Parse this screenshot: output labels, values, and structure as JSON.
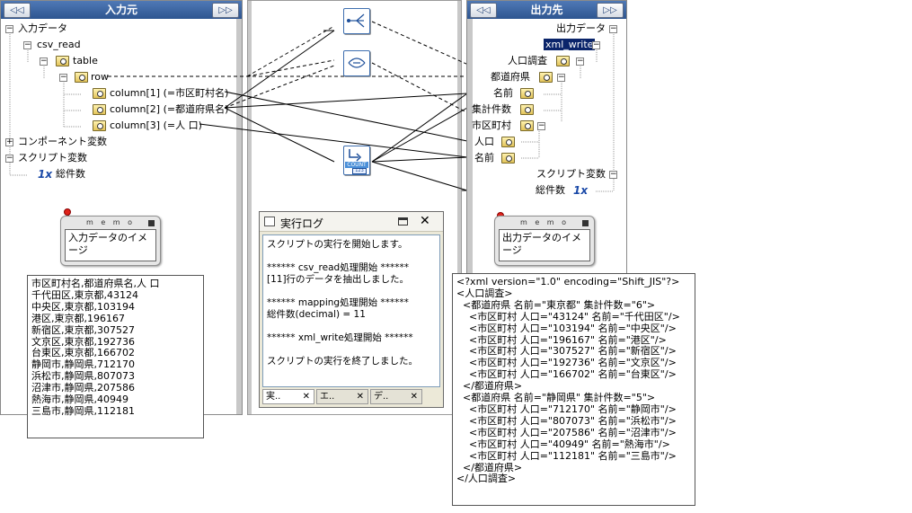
{
  "colors": {
    "header": "#2e5590",
    "selected": "#0a246a",
    "pin": "#e0231b"
  },
  "input_pane": {
    "title": "入力元",
    "nav_left": "◁◁",
    "nav_right": "▷▷",
    "tree": {
      "input_data": "入力データ",
      "csv_read": "csv_read",
      "table": "table",
      "row": "row",
      "col1": "column[1] (=市区町村名)",
      "col2": "column[2] (=都道府県名)",
      "col3": "column[3] (=人 口)",
      "component_vars": "コンポーネント変数",
      "script_vars": "スクリプト変数",
      "total_count": "総件数"
    }
  },
  "output_pane": {
    "title": "出力先",
    "nav_left": "◁◁",
    "nav_right": "▷▷",
    "tree": {
      "output_data": "出力データ",
      "xml_write": "xml_write",
      "population": "人口調査",
      "prefecture": "都道府県",
      "name1": "名前",
      "count": "集計件数",
      "city": "市区町村",
      "people": "人口",
      "name2": "名前",
      "script_vars": "スクリプト変数",
      "total_count": "総件数"
    }
  },
  "memo_left": {
    "title": "m e m o",
    "text": "入力データのイメージ"
  },
  "memo_right": {
    "title": "m e m o",
    "text": "出力データのイメージ"
  },
  "component_labels": {
    "count_icon": "COUNT"
  },
  "csv_text": "市区町村名,都道府県名,人 口\n千代田区,東京都,43124\n中央区,東京都,103194\n港区,東京都,196167\n新宿区,東京都,307527\n文京区,東京都,192736\n台東区,東京都,166702\n静岡市,静岡県,712170\n浜松市,静岡県,807073\n沼津市,静岡県,207586\n熱海市,静岡県,40949\n三島市,静岡県,112181",
  "log_window": {
    "title": "実行ログ",
    "body": "スクリプトの実行を開始します。\n\n****** csv_read処理開始 ******\n[11]行のデータを抽出しました。\n\n****** mapping処理開始 ******\n総件数(decimal) = 11\n\n****** xml_write処理開始 ******\n\nスクリプトの実行を終了しました。",
    "tabs": [
      "実..",
      "エ..",
      "デ.."
    ]
  },
  "xml_text": "<?xml version=\"1.0\" encoding=\"Shift_JIS\"?>\n<人口調査>\n  <都道府県 名前=\"東京都\" 集計件数=\"6\">\n    <市区町村 人口=\"43124\" 名前=\"千代田区\"/>\n    <市区町村 人口=\"103194\" 名前=\"中央区\"/>\n    <市区町村 人口=\"196167\" 名前=\"港区\"/>\n    <市区町村 人口=\"307527\" 名前=\"新宿区\"/>\n    <市区町村 人口=\"192736\" 名前=\"文京区\"/>\n    <市区町村 人口=\"166702\" 名前=\"台東区\"/>\n  </都道府県>\n  <都道府県 名前=\"静岡県\" 集計件数=\"5\">\n    <市区町村 人口=\"712170\" 名前=\"静岡市\"/>\n    <市区町村 人口=\"807073\" 名前=\"浜松市\"/>\n    <市区町村 人口=\"207586\" 名前=\"沼津市\"/>\n    <市区町村 人口=\"40949\" 名前=\"熱海市\"/>\n    <市区町村 人口=\"112181\" 名前=\"三島市\"/>\n  </都道府県>\n</人口調査>"
}
